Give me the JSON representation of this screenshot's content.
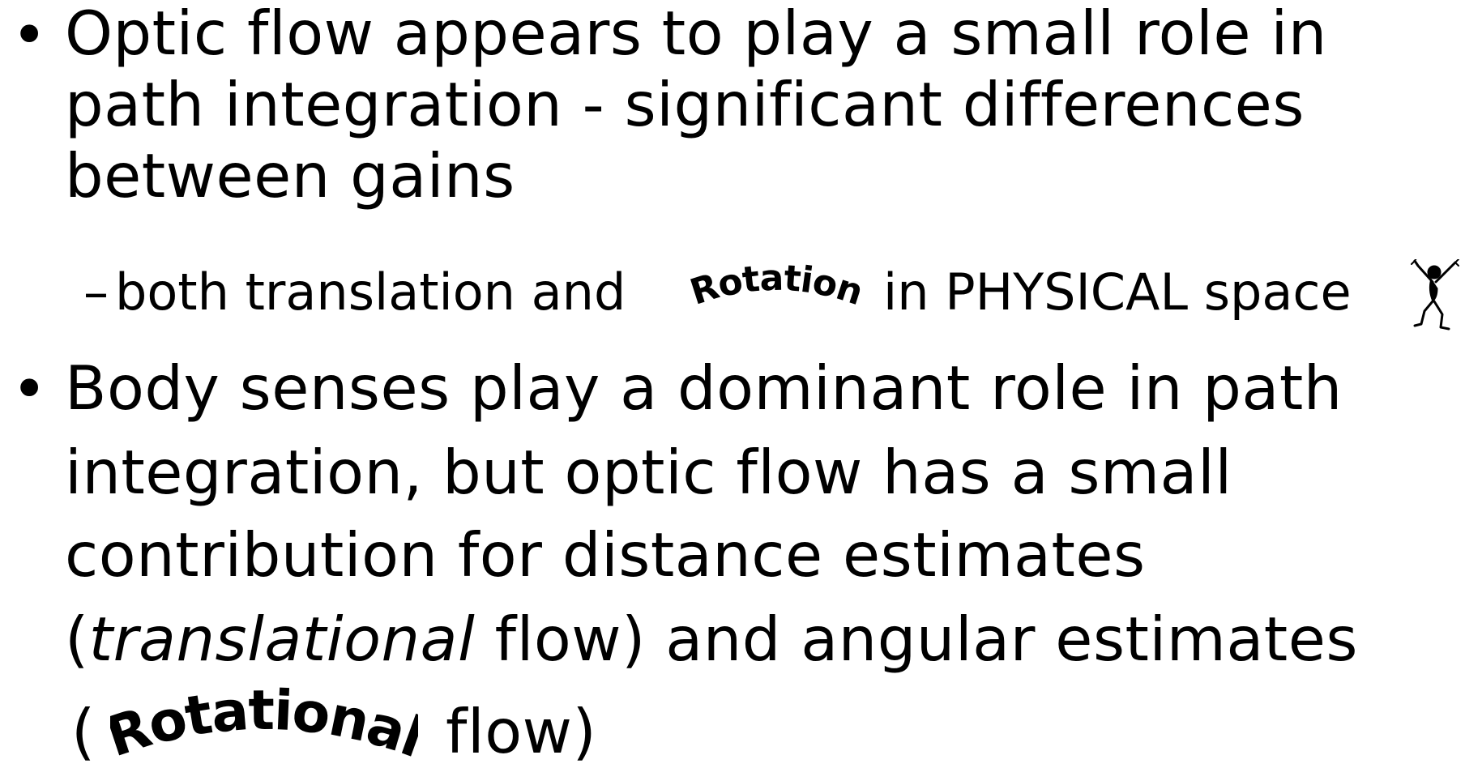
{
  "bullets": [
    {
      "marker": "•",
      "lines": [
        "Optic flow appears to play a small role in",
        "path integration - significant differences",
        "between gains"
      ],
      "sub": {
        "dash": "–",
        "before": "both translation and",
        "wordart": "Rotation",
        "after": "in PHYSICAL space"
      }
    },
    {
      "marker": "•",
      "lines": [
        "Body senses play a dominant role in path",
        "integration, but optic flow has a small",
        "contribution for distance estimates"
      ],
      "line4": {
        "open": "(",
        "italic": "translational",
        "rest": " flow) and angular estimates"
      },
      "line5": {
        "open": "(",
        "wordart": "Rotational",
        "close": "flow)"
      }
    }
  ],
  "icons": {
    "figure": "dancing-stick-figure-icon"
  }
}
